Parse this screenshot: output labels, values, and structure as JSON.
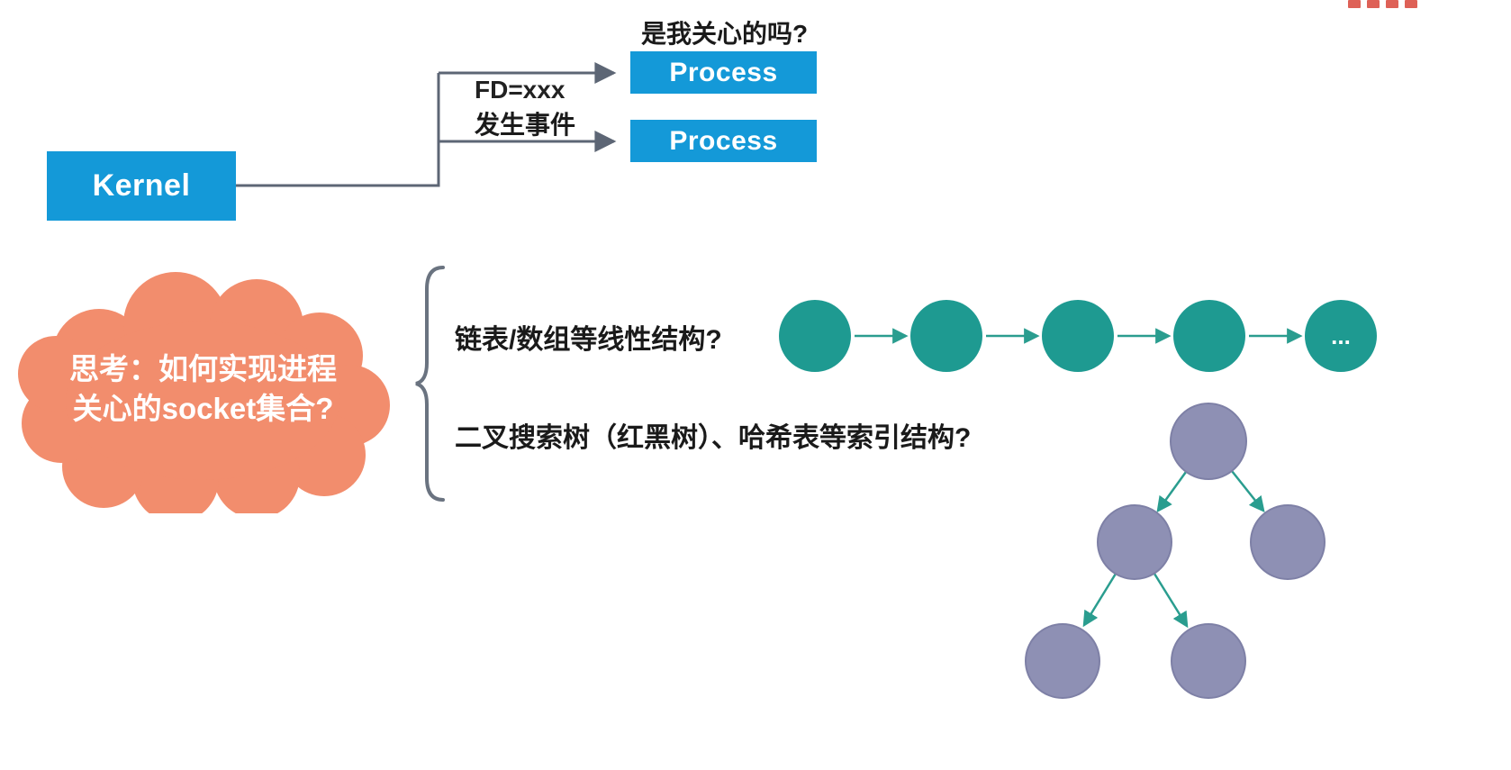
{
  "colors": {
    "blue": "#1499d8",
    "teal": "#1e9a91",
    "teal_arrow": "#2a9d8f",
    "purple": "#8e90b4",
    "orange": "#f28d6d",
    "line": "#5d6675",
    "brace": "#6a7380",
    "text_dark": "#1a1a1a"
  },
  "kernel_diagram": {
    "kernel": "Kernel",
    "question": "是我关心的吗?",
    "fd": "FD=xxx",
    "event": "发生事件",
    "process_top": "Process",
    "process_bottom": "Process"
  },
  "thinking": {
    "cloud_line1": "思考：如何实现进程",
    "cloud_line2": "关心的socket集合?",
    "option_linear": "链表/数组等线性结构?",
    "option_index": "二叉搜索树（红黑树）、哈希表等索引结构?",
    "ellipsis": "..."
  }
}
